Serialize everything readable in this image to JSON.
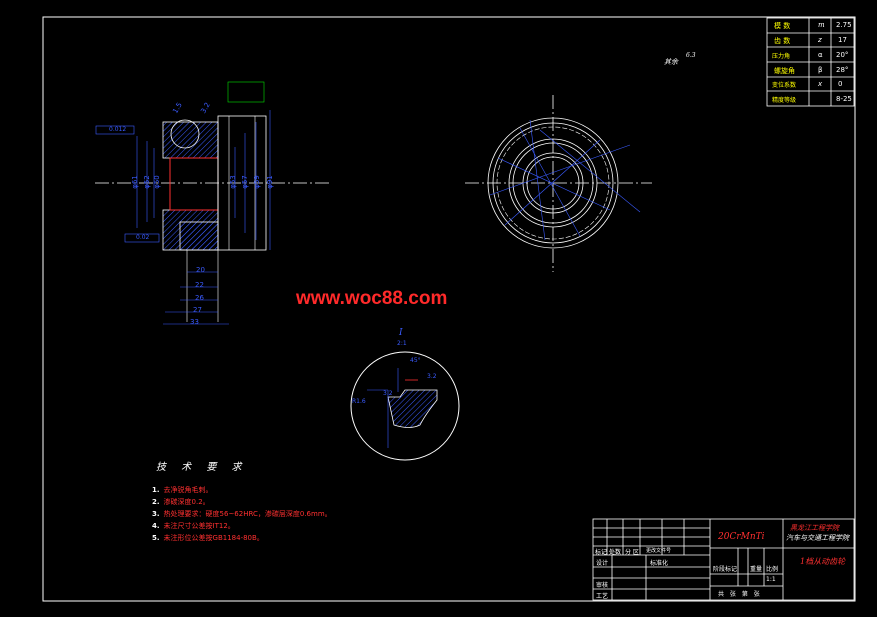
{
  "watermark": "www.woc88.com",
  "roughness_note": "其余",
  "roughness_value": "6.3",
  "detail_label": "I",
  "detail_scale": "2:1",
  "gear_table": [
    {
      "label": "模 数",
      "symbol": "m",
      "value": "2.75"
    },
    {
      "label": "齿 数",
      "symbol": "z",
      "value": "17"
    },
    {
      "label": "压力角",
      "symbol": "α",
      "value": "20°"
    },
    {
      "label": "螺旋角",
      "symbol": "β",
      "value": "28°"
    },
    {
      "label": "变位系数",
      "symbol": "x",
      "value": "0"
    },
    {
      "label": "精度等级",
      "symbol": "",
      "value": "8-25"
    }
  ],
  "tech_requirements": {
    "title": "技 术 要 求",
    "items": [
      {
        "n": "1.",
        "text": "去净锐角毛刺。"
      },
      {
        "n": "2.",
        "text": "渗碳深度0.2。"
      },
      {
        "n": "3.",
        "text": "热处理要求：硬度56~62HRC，渗碳层深度0.6mm。"
      },
      {
        "n": "4.",
        "text": "未注尺寸公差按IT12。"
      },
      {
        "n": "5.",
        "text": "未注形位公差按GB1184-80B。"
      }
    ]
  },
  "title_block": {
    "material": "20CrMnTi",
    "school_line1": "黑龙江工程学院",
    "school_line2": "汽车与交通工程学院",
    "drawing_name": "1档从动齿轮",
    "labels": {
      "mark": "标记",
      "count": "处数",
      "zone": "分 区",
      "change_doc": "更改文件号",
      "design": "设计",
      "standardize": "标准化",
      "stage_mark": "阶段标记",
      "weight": "重量",
      "scale": "比例",
      "review": "审核",
      "process": "工艺",
      "sheets": "共 张 第 张"
    },
    "scale_value": "1:1"
  },
  "dimensions": {
    "lengths": [
      "20",
      "22",
      "26",
      "27",
      "33"
    ],
    "left_diameters": [
      "φ61",
      "φ52",
      "φ50"
    ],
    "right_diameters": [
      "φ53",
      "φ57",
      "φ59",
      "φ91"
    ],
    "chamfers": [
      "1.5",
      "3.2"
    ],
    "runout_left": "0.012",
    "flatness": "0.02",
    "detail_dim_a": "3.2",
    "detail_dim_b": "3.2",
    "detail_angle": "45°",
    "detail_rad": "R1.6"
  },
  "colors": {
    "background": "#000000",
    "line": "#ffffff",
    "dimension": "#3a5bff",
    "hatch": "#3a5bff",
    "red": "#ff3030",
    "green": "#00e000"
  }
}
